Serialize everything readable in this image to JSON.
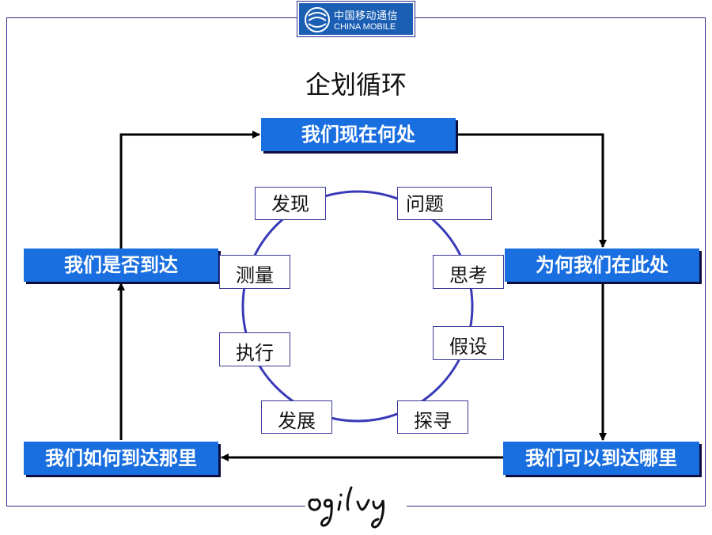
{
  "logo": {
    "cn": "中国移动通信",
    "en": "CHINA MOBILE",
    "icon": "china-mobile-logo-icon",
    "color": "#1a5fb4"
  },
  "title": "企划循环",
  "cycle_boxes": {
    "top": "我们现在何处",
    "right": "为何我们在此处",
    "bottom_right": "我们可以到达哪里",
    "bottom_left": "我们如何到达那里",
    "left": "我们是否到达"
  },
  "ring_labels": {
    "discover": "发现",
    "question": "问题",
    "think": "思考",
    "hypothesis": "假设",
    "explore": "探寻",
    "develop": "发展",
    "execute": "执行",
    "measure": "测量"
  },
  "signature": "Ogilvy",
  "colors": {
    "box_blue": "#1a6fe0",
    "ring": "#3a3ab8",
    "frame": "#2b2b8c",
    "arrow": "#000000"
  }
}
